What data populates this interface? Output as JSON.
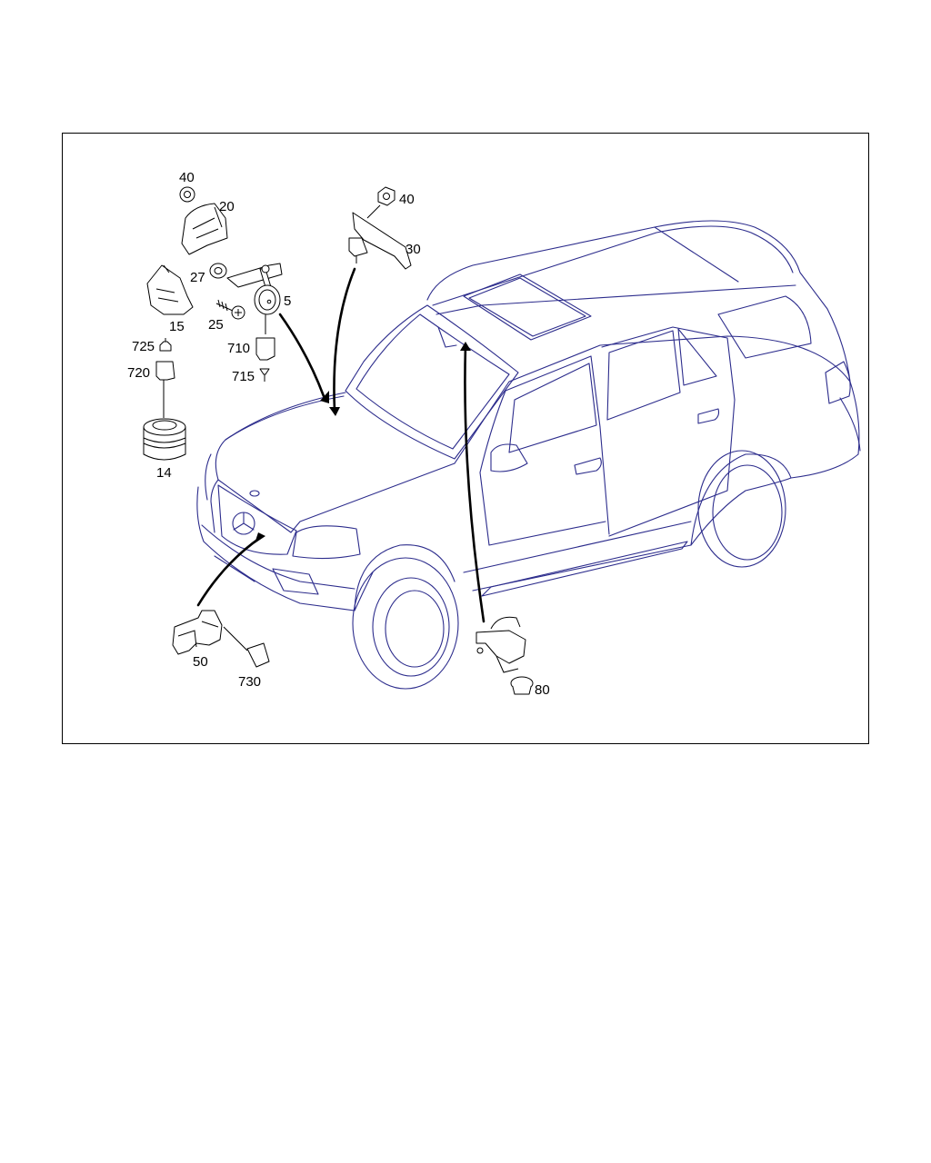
{
  "colors": {
    "vehicle_line": "#2c2c8c",
    "part_line": "#000000",
    "frame": "#000000"
  },
  "callouts": {
    "c40a": "40",
    "c20": "20",
    "c27": "27",
    "c25": "25",
    "c5": "5",
    "c15": "15",
    "c725": "725",
    "c720": "720",
    "c710": "710",
    "c715": "715",
    "c14": "14",
    "c40b": "40",
    "c30": "30",
    "c50": "50",
    "c730": "730",
    "c80": "80"
  }
}
